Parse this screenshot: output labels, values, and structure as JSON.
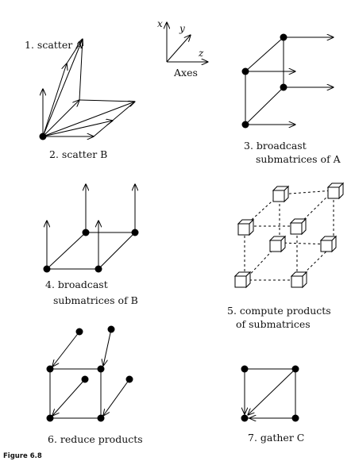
{
  "figure_label": "Figure 6.8",
  "axes": {
    "title": "Axes",
    "x": "x",
    "y": "y",
    "z": "z"
  },
  "steps": [
    {
      "id": 1,
      "label": "1. scatter A"
    },
    {
      "id": 2,
      "label": "2. scatter B"
    },
    {
      "id": 3,
      "label_lines": [
        "3. broadcast",
        "submatrices of A"
      ]
    },
    {
      "id": 4,
      "label_lines": [
        "4. broadcast",
        "submatrices of B"
      ]
    },
    {
      "id": 5,
      "label_lines": [
        "5. compute products",
        "of submatrices"
      ]
    },
    {
      "id": 6,
      "label": "6. reduce products"
    },
    {
      "id": 7,
      "label": "7. gather C"
    }
  ]
}
